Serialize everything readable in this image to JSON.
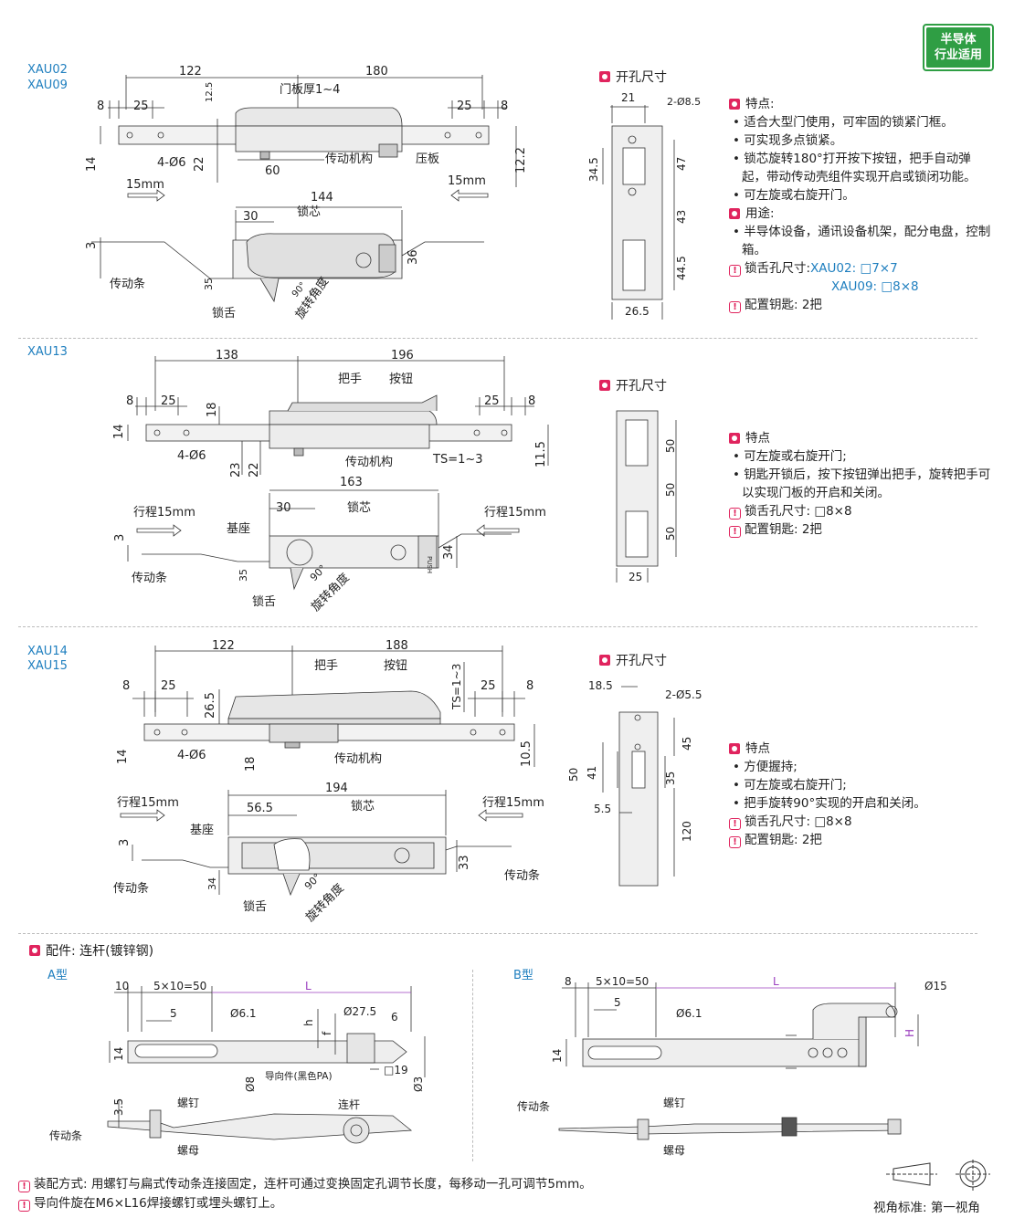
{
  "badge": {
    "line1": "半导体",
    "line2": "行业适用"
  },
  "section1": {
    "models": [
      "XAU02",
      "XAU09"
    ],
    "dims": {
      "d122": "122",
      "d180": "180",
      "d12_5": "12.5",
      "door": "门板厚1~4",
      "d8a": "8",
      "d25a": "25",
      "d25b": "25",
      "d8b": "8",
      "d14": "14",
      "d4phi": "4-Ø6",
      "d22": "22",
      "d60": "60",
      "d12_2": "12.2",
      "l_mech": "传动机构",
      "l_press": "压板",
      "s15a": "15mm",
      "s15b": "15mm",
      "d144": "144",
      "d30": "30",
      "l_core": "锁芯",
      "d3": "3",
      "d36": "36",
      "d35": "35",
      "l_bar": "传动条",
      "l_tongue": "锁舌",
      "d90": "90°",
      "l_rot": "旋转角度"
    },
    "cutout": {
      "title": "开孔尺寸",
      "d21": "21",
      "d2phi": "2-Ø8.5",
      "d34_5": "34.5",
      "d47": "47",
      "d43": "43",
      "d44_5": "44.5",
      "d26_5": "26.5"
    },
    "features_title": "特点:",
    "features": [
      "适合大型门使用，可牢固的锁紧门框。",
      "可实现多点锁紧。",
      "锁芯旋转180°打开按下按钮，把手自动弹起，带动传动壳组件实现开启或锁闭功能。",
      "可左旋或右旋开门。"
    ],
    "use_title": "用途:",
    "uses": [
      "半导体设备，通讯设备机架，配分电盘，控制箱。"
    ],
    "tongue_label": "锁舌孔尺寸:",
    "tongue_v1": "XAU02: □7×7",
    "tongue_v2": "XAU09: □8×8",
    "key": "配置钥匙: 2把"
  },
  "section2": {
    "models": [
      "XAU13"
    ],
    "dims": {
      "d138": "138",
      "d196": "196",
      "d8a": "8",
      "d25a": "25",
      "l_handle": "把手",
      "l_button": "按钮",
      "d25b": "25",
      "d8b": "8",
      "d18": "18",
      "d14": "14",
      "d4phi": "4-Ø6",
      "d23": "23",
      "d22": "22",
      "l_mech": "传动机构",
      "ts": "TS=1~3",
      "d11_5": "11.5",
      "d163": "163",
      "d30": "30",
      "l_core": "锁芯",
      "s15a": "行程15mm",
      "s15b": "行程15mm",
      "l_base": "基座",
      "d3": "3",
      "d34": "34",
      "d35": "35",
      "l_bar": "传动条",
      "l_tongue": "锁舌",
      "d90": "90°",
      "l_rot": "旋转角度",
      "push": "PUSH"
    },
    "cutout": {
      "title": "开孔尺寸",
      "d50a": "50",
      "d50b": "50",
      "d50c": "50",
      "d25": "25"
    },
    "features_title": "特点",
    "features": [
      "可左旋或右旋开门;",
      "钥匙开锁后，按下按钮弹出把手，旋转把手可以实现门板的开启和关闭。"
    ],
    "tongue": "锁舌孔尺寸: □8×8",
    "key": "配置钥匙: 2把"
  },
  "section3": {
    "models": [
      "XAU14",
      "XAU15"
    ],
    "dims": {
      "d122": "122",
      "d188": "188",
      "l_handle": "把手",
      "l_button": "按钮",
      "ts": "TS=1~3",
      "d8a": "8",
      "d25a": "25",
      "d26_5": "26.5",
      "d25b": "25",
      "d8b": "8",
      "d14": "14",
      "d4phi": "4-Ø6",
      "d18": "18",
      "l_mech": "传动机构",
      "d10_5": "10.5",
      "d194": "194",
      "d56_5": "56.5",
      "l_core": "锁芯",
      "s15a": "行程15mm",
      "s15b": "行程15mm",
      "l_base": "基座",
      "d3": "3",
      "d33": "33",
      "d34": "34",
      "l_bar": "传动条",
      "l_bar2": "传动条",
      "l_tongue": "锁舌",
      "d90": "90°",
      "l_rot": "旋转角度"
    },
    "cutout": {
      "title": "开孔尺寸",
      "d18_5": "18.5",
      "d2phi": "2-Ø5.5",
      "d45": "45",
      "d50": "50",
      "d41": "41",
      "d35": "35",
      "d5_5": "5.5",
      "d120": "120"
    },
    "features_title": "特点",
    "features": [
      "方便握持;",
      "可左旋或右旋开门;",
      "把手旋转90°实现的开启和关闭。"
    ],
    "tongue": "锁舌孔尺寸: □8×8",
    "key": "配置钥匙: 2把"
  },
  "accessory": {
    "title": "配件: 连杆(镀锌钢)",
    "a": {
      "label": "A型",
      "d10": "10",
      "d5x10": "5×10=50",
      "L": "L",
      "d5": "5",
      "d6_1": "Ø6.1",
      "h": "h",
      "f": "f",
      "d27_5": "Ø27.5",
      "d6": "6",
      "d14": "14",
      "d8": "Ø8",
      "guide": "导向件(黑色PA)",
      "d19": "□19",
      "d3": "Ø3",
      "d3_5": "3.5",
      "screw": "螺钉",
      "rod": "连杆",
      "bar": "传动条",
      "nut": "螺母"
    },
    "b": {
      "label": "B型",
      "d8": "8",
      "d5x10": "5×10=50",
      "L": "L",
      "d15": "Ø15",
      "d5": "5",
      "d6_1": "Ø6.1",
      "H": "H",
      "d14": "14",
      "bar": "传动条",
      "screw": "螺钉",
      "nut": "螺母"
    }
  },
  "notes": [
    "装配方式: 用螺钉与扁式传动条连接固定，连杆可通过变换固定孔调节长度，每移动一孔可调节5mm。",
    "导向件旋在M6×L16焊接螺钉或埋头螺钉上。"
  ],
  "view_standard": "视角标准: 第一视角",
  "colors": {
    "accent": "#e0245e",
    "model_blue": "#1f7fbf",
    "badge_green": "#2f9e44",
    "l_color": "#9b3fbf"
  }
}
